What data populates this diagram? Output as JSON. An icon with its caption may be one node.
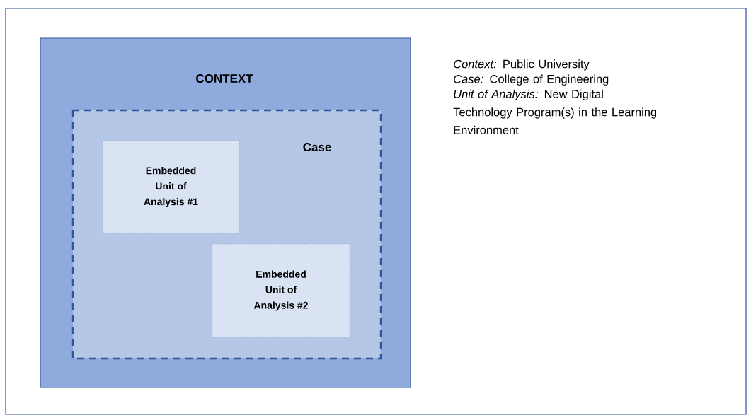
{
  "diagram": {
    "nodes": [
      {
        "text": [
          "CONTEXT"
        ]
      },
      {
        "text": [
          "Case"
        ],
        "in": 0
      },
      {
        "text": [
          "Embedded Unit of Analysis #1"
        ],
        "in": 1
      },
      {
        "text": [
          "Embedded Unit of Analysis #2"
        ],
        "in": 1
      }
    ],
    "labels": [
      "*Context:* Public University",
      "*Case:* College of Engineering",
      "*Unit of Analysis:* New Digital Technology Program(s) in the Learning Environment"
    ]
  }
}
